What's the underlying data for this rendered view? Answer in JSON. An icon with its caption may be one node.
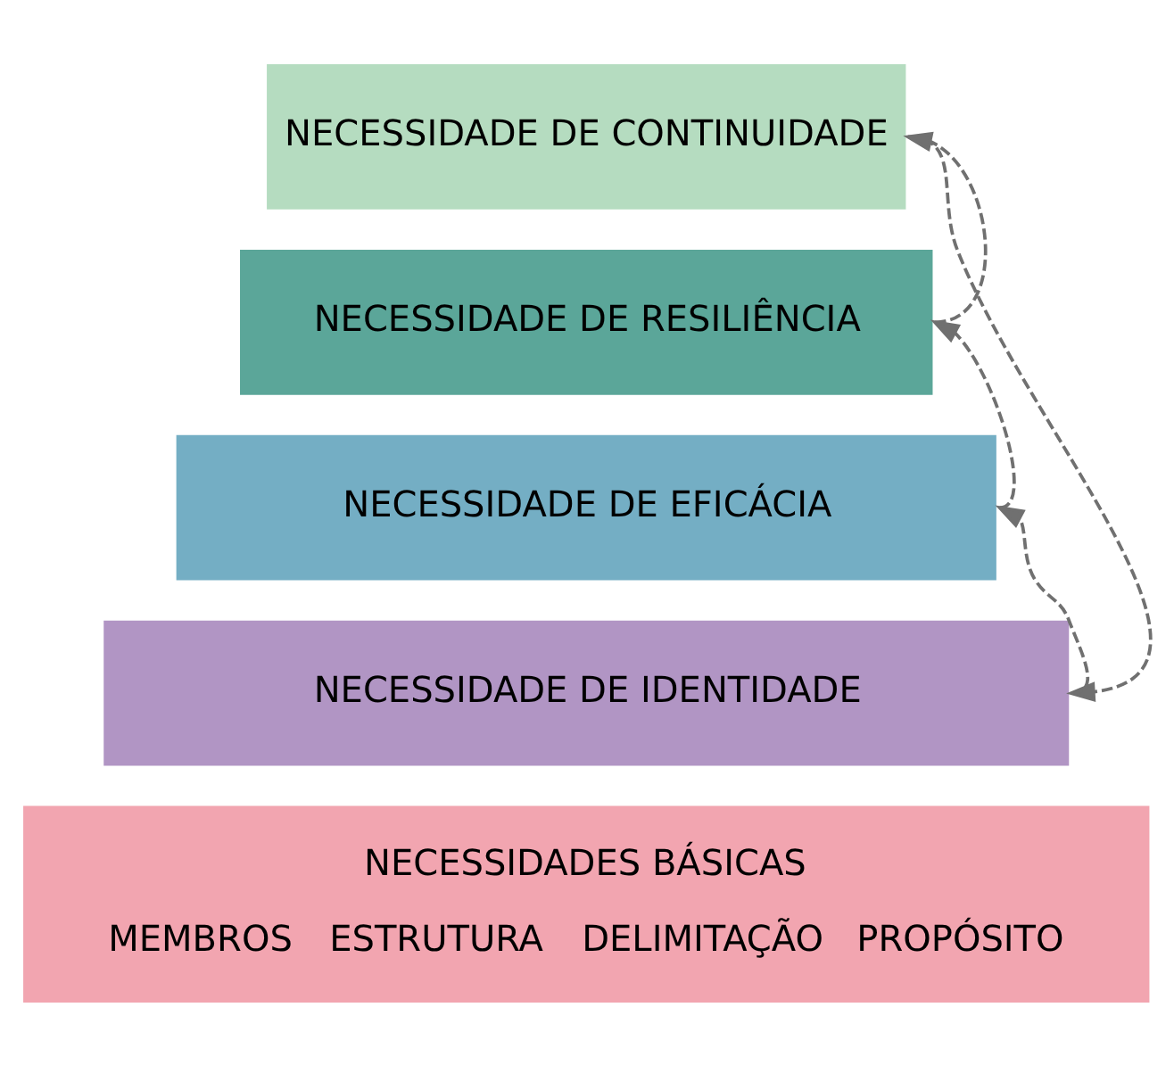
{
  "diagram": {
    "nodes": [
      {
        "text": [
          "NECESSIDADE DE CONTINUIDADE"
        ]
      },
      {
        "text": [
          "NECESSIDADE DE RESILIÊNCIA"
        ]
      },
      {
        "text": [
          "NECESSIDADE DE EFICÁCIA"
        ]
      },
      {
        "text": [
          "NECESSIDADE DE IDENTIDADE"
        ]
      },
      {
        "text": [
          "NECESSIDADES BÁSICAS",
          "MEMBROS",
          "ESTRUTURA",
          "DELIMITAÇÃO",
          "PROPÓSITO"
        ]
      }
    ],
    "edges": [
      {
        "from": 3,
        "to": 2,
        "arrow": "to",
        "style": "dashed"
      },
      {
        "from": 2,
        "to": 1,
        "arrow": "to",
        "style": "dashed"
      },
      {
        "from": 1,
        "to": 0,
        "arrow": "to",
        "style": "dashed"
      },
      {
        "from": 0,
        "to": 3,
        "arrow": "to",
        "style": "dashed"
      }
    ]
  }
}
